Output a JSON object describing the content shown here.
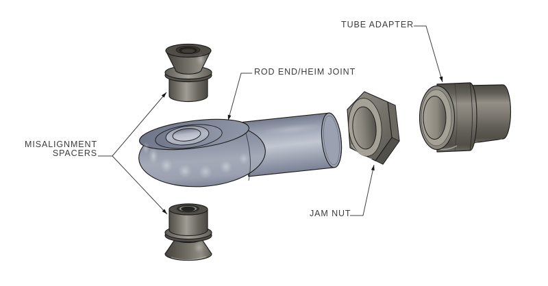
{
  "labels": {
    "tube_adapter": "TUBE ADAPTER",
    "rod_end": "ROD END/HEIM JOINT",
    "misalignment": {
      "line1": "MISALIGNMENT",
      "line2": "SPACERS"
    },
    "jam_nut": "JAM NUT"
  },
  "colors": {
    "background": "#ffffff",
    "label_text": "#3b3b3b",
    "leader_line": "#3f3f3f",
    "part_outline": "#1d1d1d",
    "rod_end_body": "#a6acba",
    "steel_dark": "#55534b",
    "steel_mid": "#6e6b63",
    "steel_light": "#a29e94"
  },
  "parts": [
    {
      "name": "misalignment-spacer-top",
      "callout": "MISALIGNMENT SPACERS"
    },
    {
      "name": "misalignment-spacer-bottom",
      "callout": "MISALIGNMENT SPACERS"
    },
    {
      "name": "rod-end-heim-joint",
      "callout": "ROD END/HEIM JOINT"
    },
    {
      "name": "jam-nut",
      "callout": "JAM NUT"
    },
    {
      "name": "tube-adapter",
      "callout": "TUBE ADAPTER"
    }
  ]
}
